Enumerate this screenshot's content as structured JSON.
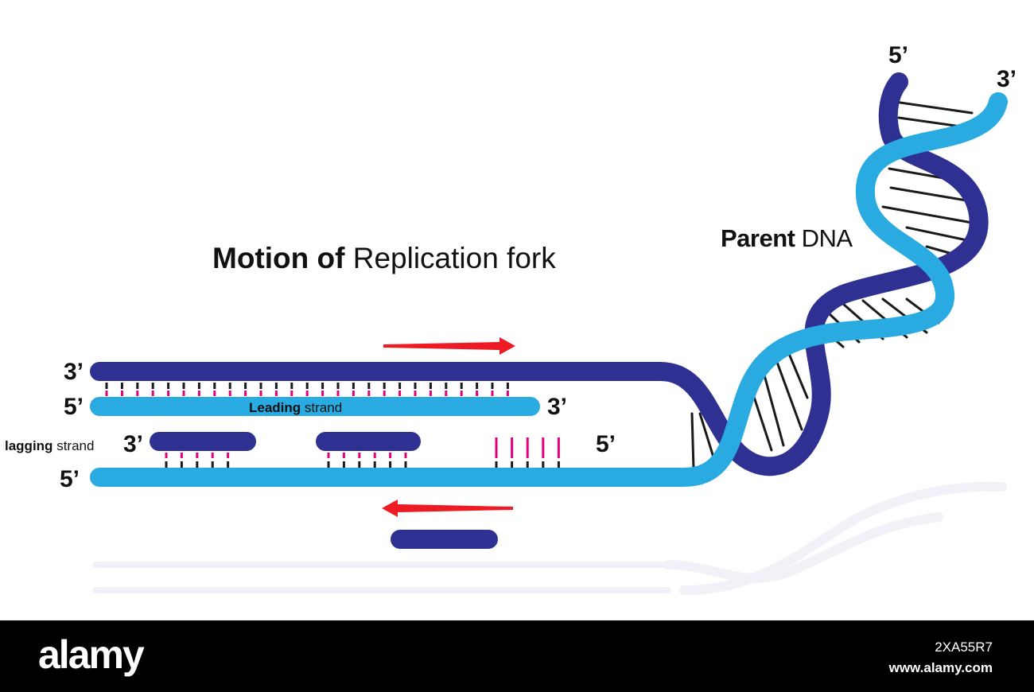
{
  "colors": {
    "parent_strand": "#2e3192",
    "daughter_strand": "#29abe2",
    "arrow": "#ed1c24",
    "new_base": "#e6007e",
    "template_base": "#1a1a1a",
    "footer_bg": "#000000"
  },
  "title": {
    "bold": "Motion of",
    "regular": "Replication fork"
  },
  "parent_label": {
    "bold": "Parent",
    "regular": "DNA"
  },
  "leading_label": {
    "bold": "Leading",
    "regular": "strand"
  },
  "lagging_label": {
    "bold": "lagging",
    "regular": "strand"
  },
  "ends": {
    "top_left": "3’",
    "leading_left": "5’",
    "leading_right": "3’",
    "lagging_left": "3’",
    "lagging_right": "5’",
    "bottom_left": "5’",
    "helix_top_left": "5’",
    "helix_top_right": "3’"
  },
  "watermark": {
    "logo": "alamy",
    "image_id": "2XA55R7",
    "url": "www.alamy.com"
  }
}
